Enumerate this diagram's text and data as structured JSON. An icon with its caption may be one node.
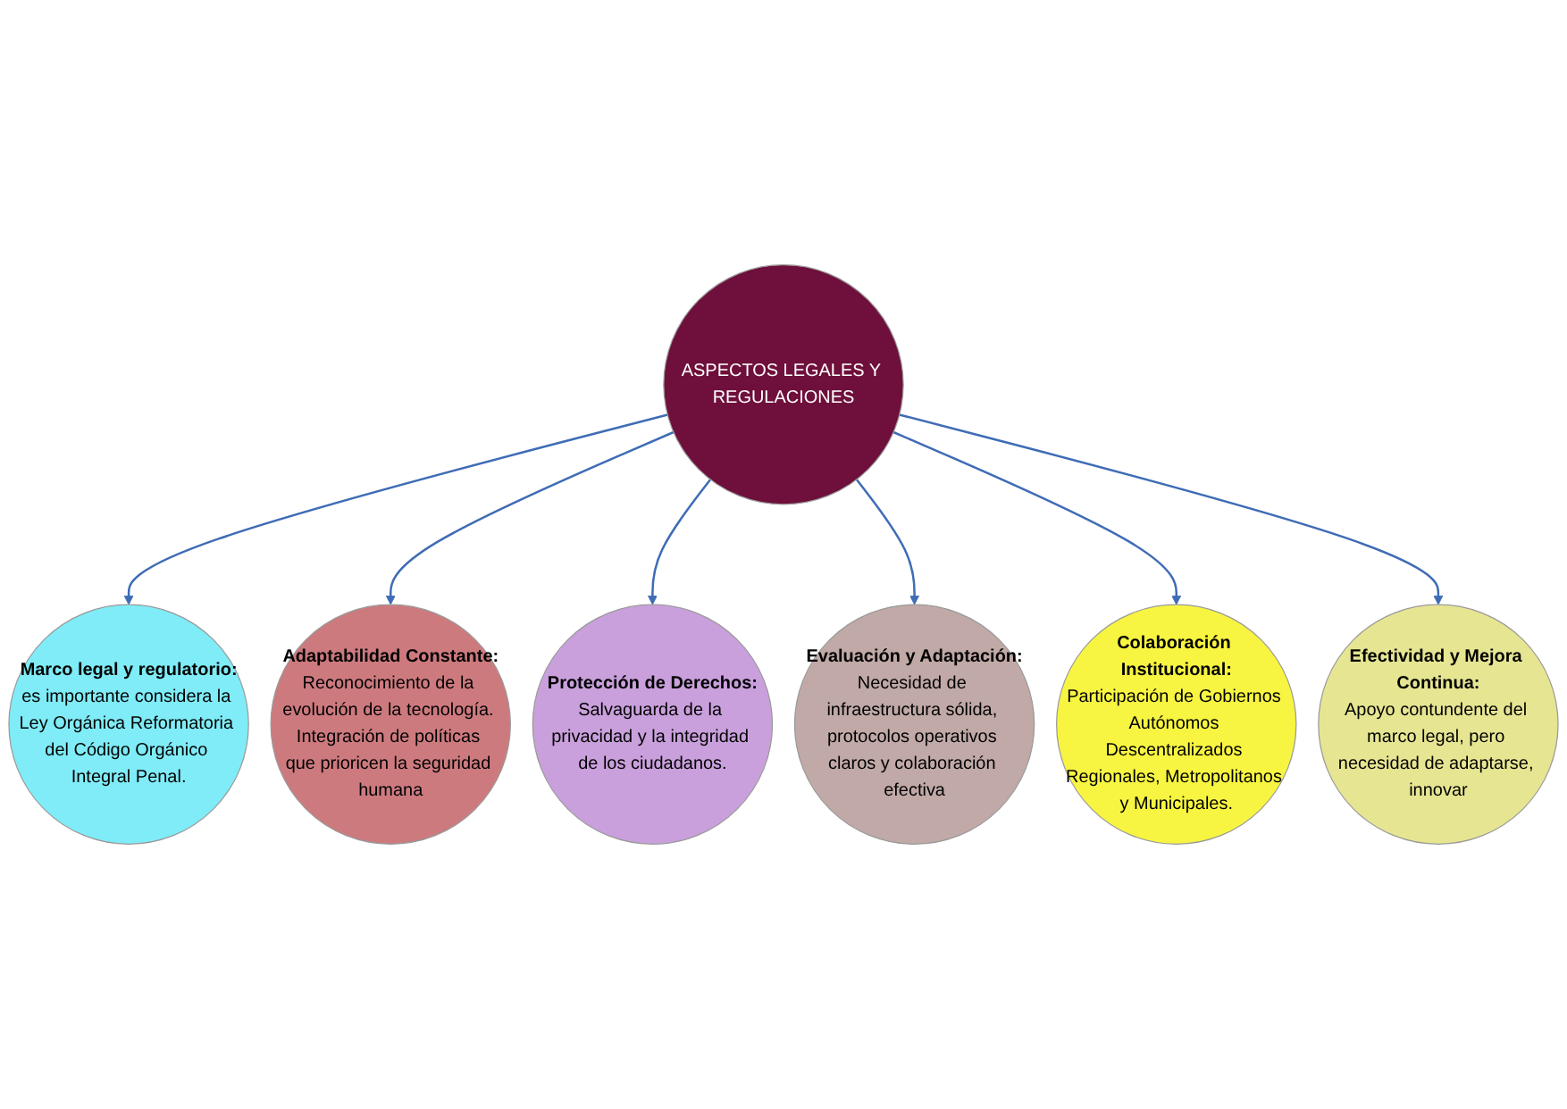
{
  "diagram": {
    "nodes": [
      {
        "text": [
          "ASPECTOS LEGALES Y REGULACIONES"
        ]
      },
      {
        "text": [
          "Marco legal y regulatorio:",
          "es importante considera la Ley Orgánica Reformatoria del Código Orgánico Integral Penal."
        ]
      },
      {
        "text": [
          "Adaptabilidad Constante:",
          "Reconocimiento de la evolución de la tecnología. Integración de políticas que prioricen la seguridad humana"
        ]
      },
      {
        "text": [
          "Protección de Derechos:",
          "Salvaguarda de la privacidad y la integridad de los ciudadanos."
        ]
      },
      {
        "text": [
          "Evaluación y Adaptación:",
          "Necesidad de infraestructura sólida, protocolos operativos claros y colaboración efectiva"
        ]
      },
      {
        "text": [
          "Colaboración Institucional:",
          "Participación de Gobiernos Autónomos Descentralizados Regionales, Metropolitanos y Municipales."
        ]
      },
      {
        "text": [
          "Efectividad y Mejora Continua:",
          "Apoyo contundente del marco legal, pero necesidad de adaptarse, innovar"
        ]
      }
    ],
    "edges": [
      {
        "from": 0,
        "to": 1,
        "arrow": "to"
      },
      {
        "from": 0,
        "to": 2,
        "arrow": "to"
      },
      {
        "from": 0,
        "to": 3,
        "arrow": "to"
      },
      {
        "from": 0,
        "to": 4,
        "arrow": "to"
      },
      {
        "from": 0,
        "to": 5,
        "arrow": "to"
      },
      {
        "from": 0,
        "to": 6,
        "arrow": "to"
      }
    ]
  }
}
